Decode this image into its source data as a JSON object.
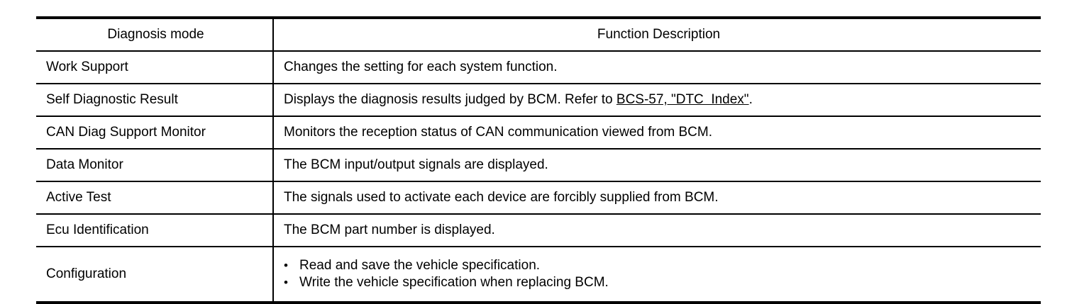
{
  "table": {
    "columns": {
      "mode": "Diagnosis mode",
      "description": "Function Description"
    },
    "bullet_char": "•",
    "rows": [
      {
        "mode": "Work Support",
        "description": "Changes the setting for each system function."
      },
      {
        "mode": "Self Diagnostic Result",
        "description_prefix": "Displays the diagnosis results judged by BCM. Refer to ",
        "link_text": "BCS-57, \"DTC  Index\"",
        "description_suffix": "."
      },
      {
        "mode": "CAN Diag Support Monitor",
        "description": "Monitors the reception status of CAN communication viewed from BCM."
      },
      {
        "mode": "Data Monitor",
        "description": "The BCM input/output signals are displayed."
      },
      {
        "mode": "Active Test",
        "description": "The signals used to activate each device are forcibly supplied from BCM."
      },
      {
        "mode": "Ecu Identification",
        "description": "The BCM part number is displayed."
      },
      {
        "mode": "Configuration",
        "bullets": [
          "Read and save the vehicle specification.",
          "Write the vehicle specification when replacing BCM."
        ]
      }
    ]
  }
}
